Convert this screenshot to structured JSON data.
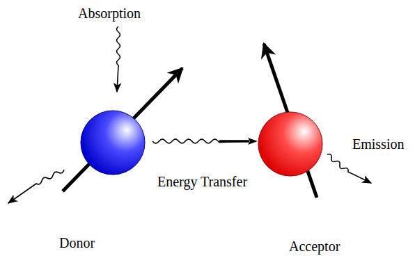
{
  "diagram": {
    "nodes": [
      {
        "text": [
          "Donor"
        ]
      },
      {
        "text": [
          "Acceptor"
        ]
      }
    ],
    "edges": [
      {
        "from": 0,
        "to": 1,
        "arrow": "to",
        "label": "Energy Transfer"
      }
    ],
    "labels": [
      "Absorption",
      "Emission"
    ]
  }
}
